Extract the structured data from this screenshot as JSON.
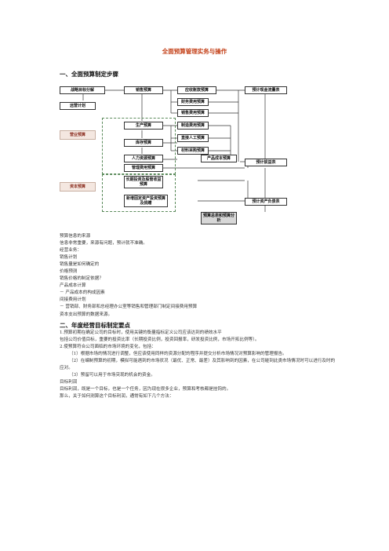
{
  "title": "全面预算管理实务与操作",
  "section1": "一、全面预算制定步骤",
  "diagram": {
    "left_col": [
      "战略目标分解",
      "远营计划"
    ],
    "tags": [
      "营业预算",
      "资本预算"
    ],
    "col2": [
      "销售预算",
      "生产预算",
      "库存预算",
      "人力资源预算",
      "管理费用预算",
      "长期投资及股管收益预算",
      "新增固定资产投资预算及捐赠"
    ],
    "col3": [
      "应收账款预算",
      "财务费用预算",
      "销售费用预算",
      "制造费用预算",
      "直接人工预算",
      "材料采购预算",
      "产品成本预算"
    ],
    "col4": [
      "预计现金流量表",
      "预计损益表",
      "预计资产负债表",
      "预算总表和预算分析"
    ]
  },
  "list1": [
    "预算信息的来源",
    "信息非常重要，来源有问题，预计就不准确。",
    "经营业务：",
    "销售计划",
    "销售量是如何确定的",
    "价格预测",
    "销售价格的制定依据？",
    "产品成本计算",
    "－ 产品成本的构成因素",
    "间接费用计划",
    "－ 营销部、财务部和总经理办公室等销售和管理部门制定间接费用预算",
    "资本支出预算的数据来源。"
  ],
  "section2": "二、年度经营目标制定要点",
  "list2": [
    "1.预算初期在确定公司的目标时，使用关键的衡量指标定义公司应该达到的绩效水平",
    "包括公司价值目标，重要的投资比率（长期投资比例，投资回报率，研发投资比例，市场开拓比例等）。",
    "2.使预算符合公司面临的市场环境的变化，包括：",
    "（1）根据市场的情况进行调整，但应该使用同样的资源分配的程序并提交分析市场情况对预算影响的管理报告。",
    "（2）在编制预算的初期，模拟可能遇到的市场状况（最优、正常、最差）及其影响到的因素，在公司碰到此类市场情况时可以进行及时的应对。",
    "（3）预留可以用于市场突现的机会的资金。",
    "目标利润",
    "目标利润，既是一个目标，也是一个任务，因为现在很多企业，预算和考核都是挂钩的。",
    "那么，关于如何测算这个目标利润，通常有如下几个方法："
  ]
}
